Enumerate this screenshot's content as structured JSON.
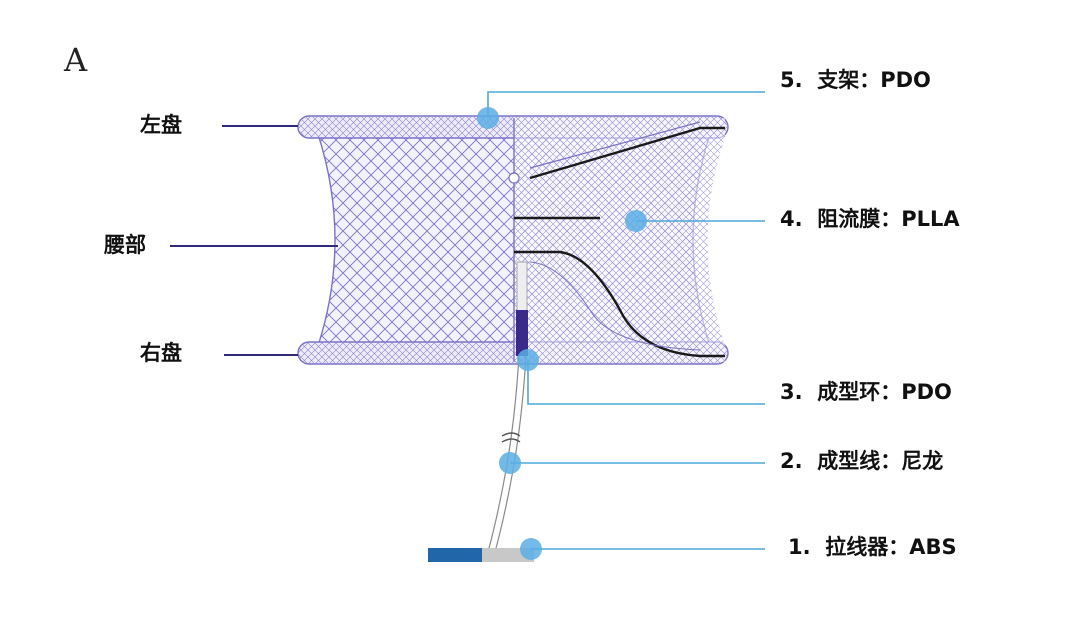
{
  "panel_label": "A",
  "left_labels": {
    "left_disc": "左盘",
    "waist": "腰部",
    "right_disc": "右盘"
  },
  "components": [
    {
      "number": "5.",
      "text": "支架：PDO"
    },
    {
      "number": "4.",
      "text": "阻流膜：PLLA"
    },
    {
      "number": "3.",
      "text": "成型环：PDO"
    },
    {
      "number": "2.",
      "text": "成型线：尼龙"
    },
    {
      "number": "1.",
      "text": "拉线器：ABS"
    }
  ],
  "colors": {
    "mesh": "#7a72c8",
    "mesh_light": "#b9b3e6",
    "leader_left": "#2f2b7a",
    "leader_right": "#4aa8dc",
    "dot": "#5aaee4",
    "membrane": "#1a1a1a",
    "puller_blue": "#2266aa",
    "puller_gray": "#c8c8c8",
    "ring_purple": "#3a2a8a"
  }
}
